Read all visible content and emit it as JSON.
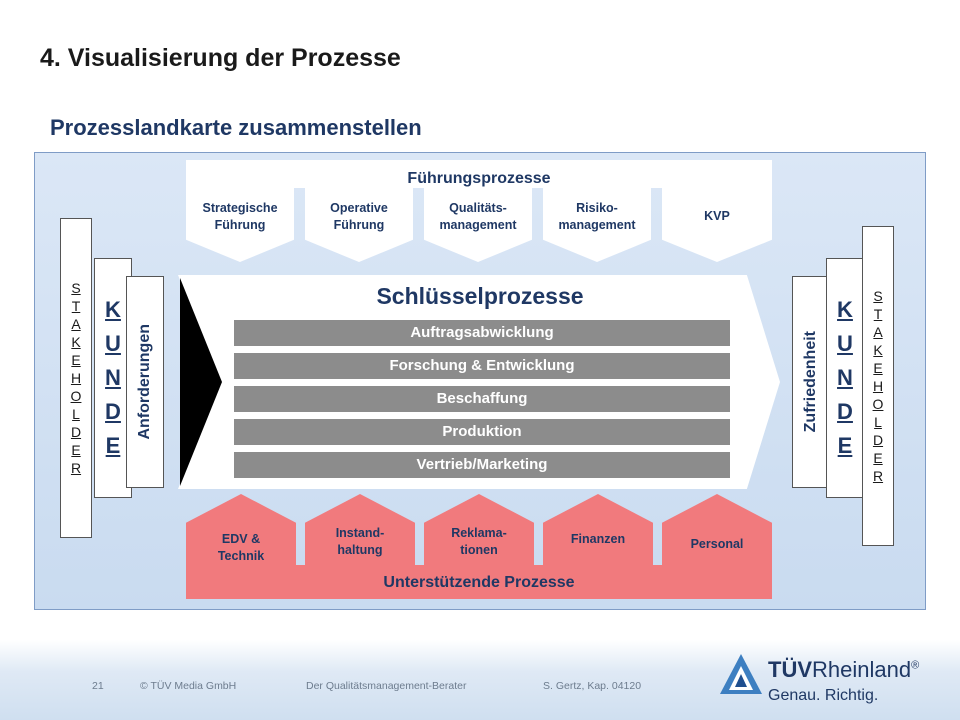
{
  "title": "4. Visualisierung der Prozesse",
  "subtitle": "Prozesslandkarte zusammenstellen",
  "fuehrung": {
    "header": "Führungsprozesse",
    "items": [
      {
        "line1": "Strategische",
        "line2": "Führung"
      },
      {
        "line1": "Operative",
        "line2": "Führung"
      },
      {
        "line1": "Qualitäts-",
        "line2": "management"
      },
      {
        "line1": "Risiko-",
        "line2": "management"
      },
      {
        "line1": "KVP",
        "line2": ""
      }
    ]
  },
  "left": {
    "stakeholder": [
      "S",
      "T",
      "A",
      "K",
      "E",
      "H",
      "O",
      "L",
      "D",
      "E",
      "R"
    ],
    "kunde": [
      "K",
      "U",
      "N",
      "D",
      "E"
    ],
    "vertical_label": "Anforderungen"
  },
  "right": {
    "stakeholder": [
      "S",
      "T",
      "A",
      "K",
      "E",
      "H",
      "O",
      "L",
      "D",
      "E",
      "R"
    ],
    "kunde": [
      "K",
      "U",
      "N",
      "D",
      "E"
    ],
    "vertical_label": "Zufriedenheit"
  },
  "kern": {
    "title": "Schlüsselprozesse",
    "bars": [
      "Auftragsabwicklung",
      "Forschung & Entwicklung",
      "Beschaffung",
      "Produktion",
      "Vertrieb/Marketing"
    ]
  },
  "unter": {
    "label": "Unterstützende Prozesse",
    "items": [
      {
        "line1": "EDV &",
        "line2": "Technik"
      },
      {
        "line1": "Instand-",
        "line2": "haltung"
      },
      {
        "line1": "Reklama-",
        "line2": "tionen"
      },
      {
        "line1": "Finanzen",
        "line2": ""
      },
      {
        "line1": "Personal",
        "line2": ""
      }
    ]
  },
  "footer": {
    "page": "21",
    "copyright": "© TÜV Media GmbH",
    "publication": "Der Qualitätsmanagement-Berater",
    "reference": "S. Gertz, Kap. 04120",
    "brand_bold": "TÜV",
    "brand_rest": "Rheinland",
    "brand_reg": "®",
    "tagline": "Genau. Richtig."
  },
  "colors": {
    "panel": "#d3e2f4",
    "support": "#f17a7d",
    "bar": "#8c8c8c",
    "text_dark_blue": "#1f3864"
  }
}
